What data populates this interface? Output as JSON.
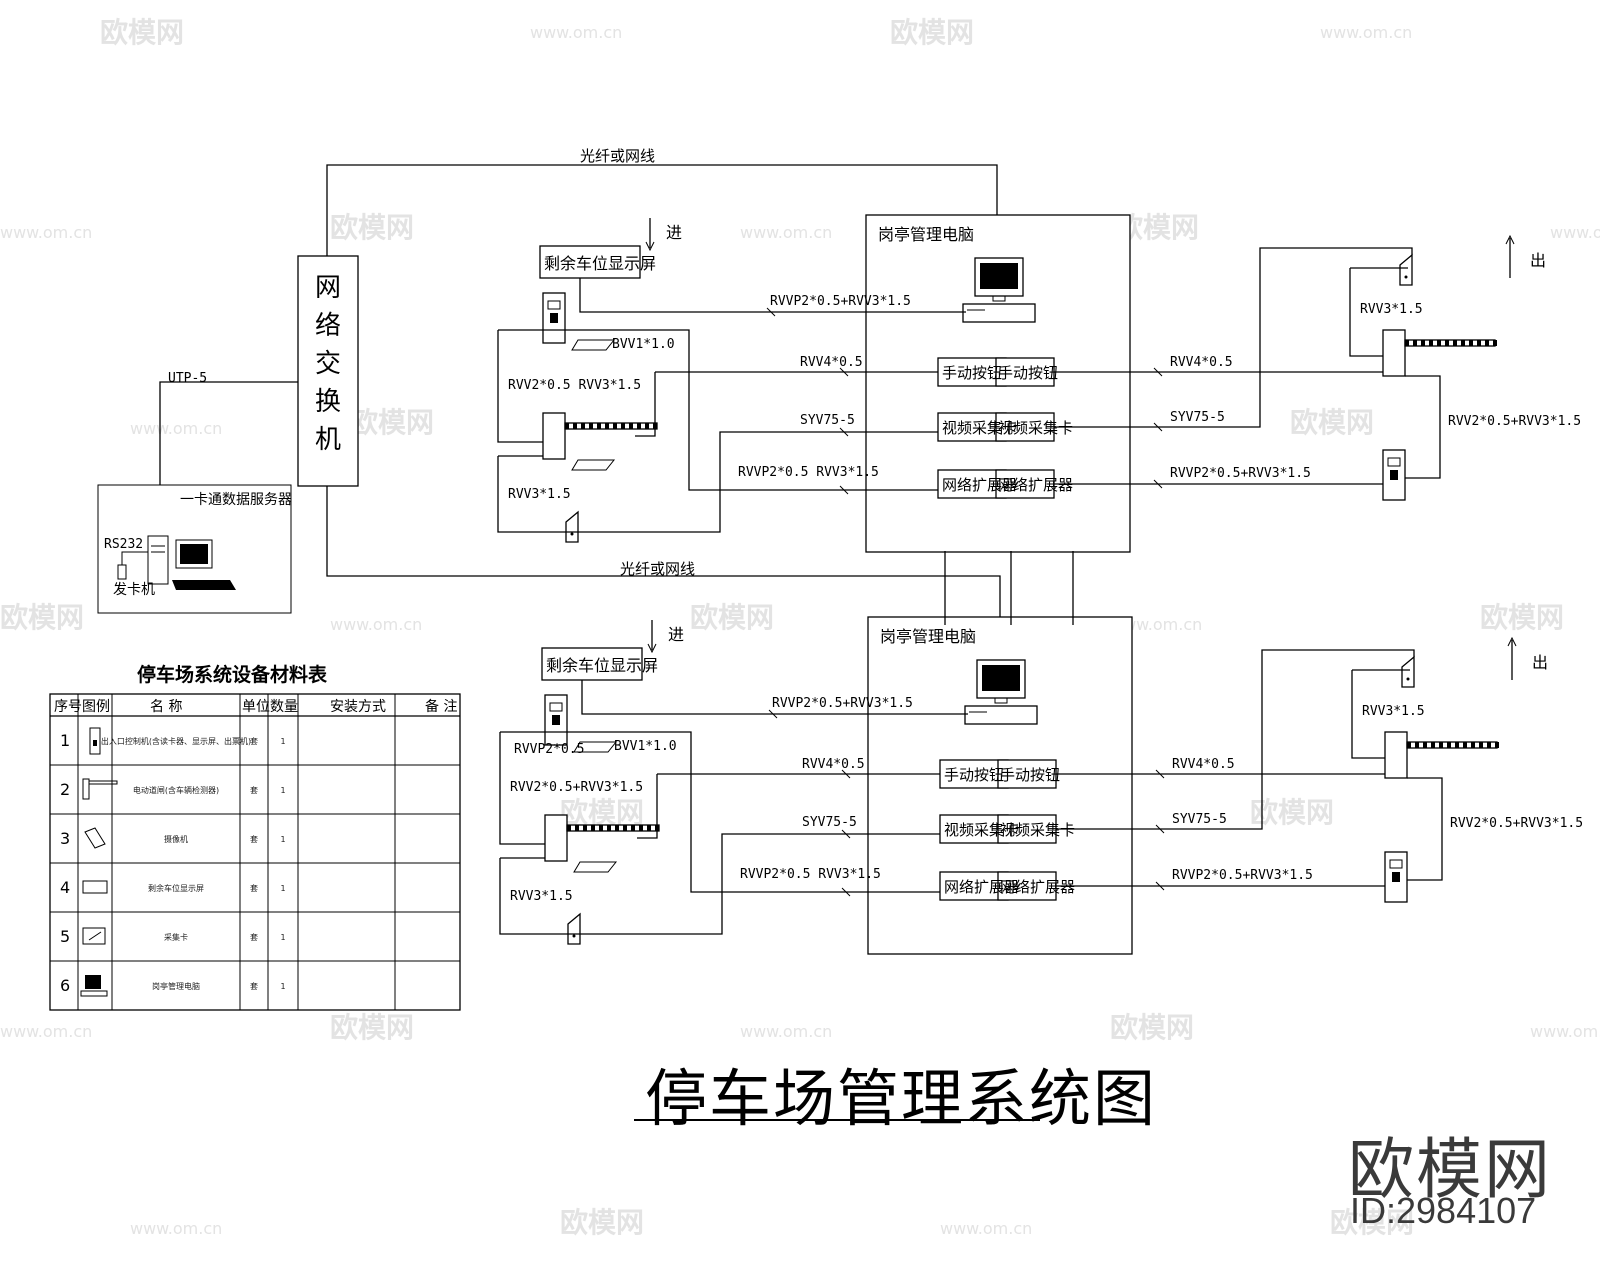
{
  "title": "停车场管理系统图",
  "watermark": {
    "brand": "欧模网",
    "site": "www.om.cn"
  },
  "brand": {
    "name": "欧模网",
    "id": "ID:2984107"
  },
  "switch_label": "网络交换机",
  "server_label": "一卡通数据服务器",
  "server_rs232": "RS232",
  "server_cardissuer": "发卡机",
  "uplink_label": "UTP-5",
  "fiber_label": "光纤或网线",
  "upper": {
    "booth": "岗亭管理电脑",
    "display": "剩余车位显示屏",
    "entry": "进",
    "exit": "出",
    "buttons": "手动按钮",
    "video": "视频采集卡",
    "expander": "网络扩展器",
    "cables": {
      "display": "RVVP2*0.5+RVV3*1.5",
      "bvv": "BVV1*1.0",
      "left_vertical": "RVV2*0.5 RVV3*1.5",
      "rvv4_left": "RVV4*0.5",
      "rvv4_right": "RVV4*0.5",
      "syv_left": "SYV75-5",
      "syv_right": "SYV75-5",
      "exp_left": "RVVP2*0.5 RVV3*1.5",
      "exp_right": "RVVP2*0.5+RVV3*1.5",
      "rvv3_left": "RVV3*1.5",
      "rvv3_right": "RVV3*1.5",
      "right_vertical": "RVV2*0.5+RVV3*1.5"
    }
  },
  "lower": {
    "booth": "岗亭管理电脑",
    "display": "剩余车位显示屏",
    "entry": "进",
    "exit": "出",
    "buttons": "手动按钮",
    "video": "视频采集卡",
    "expander": "网络扩展器",
    "cables": {
      "display": "RVVP2*0.5+RVV3*1.5",
      "rvvp": "RVVP2*0.5",
      "bvv": "BVV1*1.0",
      "left_vertical": "RVV2*0.5+RVV3*1.5",
      "rvv4_left": "RVV4*0.5",
      "rvv4_right": "RVV4*0.5",
      "syv_left": "SYV75-5",
      "syv_right": "SYV75-5",
      "exp_left": "RVVP2*0.5 RVV3*1.5",
      "exp_right": "RVVP2*0.5+RVV3*1.5",
      "rvv3_left": "RVV3*1.5",
      "rvv3_right": "RVV3*1.5",
      "right_vertical": "RVV2*0.5+RVV3*1.5"
    }
  },
  "table": {
    "title": "停车场系统设备材料表",
    "headers": [
      "序号",
      "图例",
      "名 称",
      "单位",
      "数量",
      "安装方式",
      "备 注"
    ],
    "rows": [
      {
        "no": "1",
        "icon": "ticket-dispenser-icon",
        "name": "出入口控制机(含读卡器、显示屏、出票机)",
        "unit": "套",
        "qty": "1"
      },
      {
        "no": "2",
        "icon": "barrier-gate-icon",
        "name": "电动道闸(含车辆检测器)",
        "unit": "套",
        "qty": "1"
      },
      {
        "no": "3",
        "icon": "camera-icon",
        "name": "摄像机",
        "unit": "套",
        "qty": "1"
      },
      {
        "no": "4",
        "icon": "display-board-icon",
        "name": "剩余车位显示屏",
        "unit": "套",
        "qty": "1"
      },
      {
        "no": "5",
        "icon": "capture-card-icon",
        "name": "采集卡",
        "unit": "套",
        "qty": "1"
      },
      {
        "no": "6",
        "icon": "computer-icon",
        "name": "岗亭管理电脑",
        "unit": "套",
        "qty": "1"
      }
    ]
  }
}
